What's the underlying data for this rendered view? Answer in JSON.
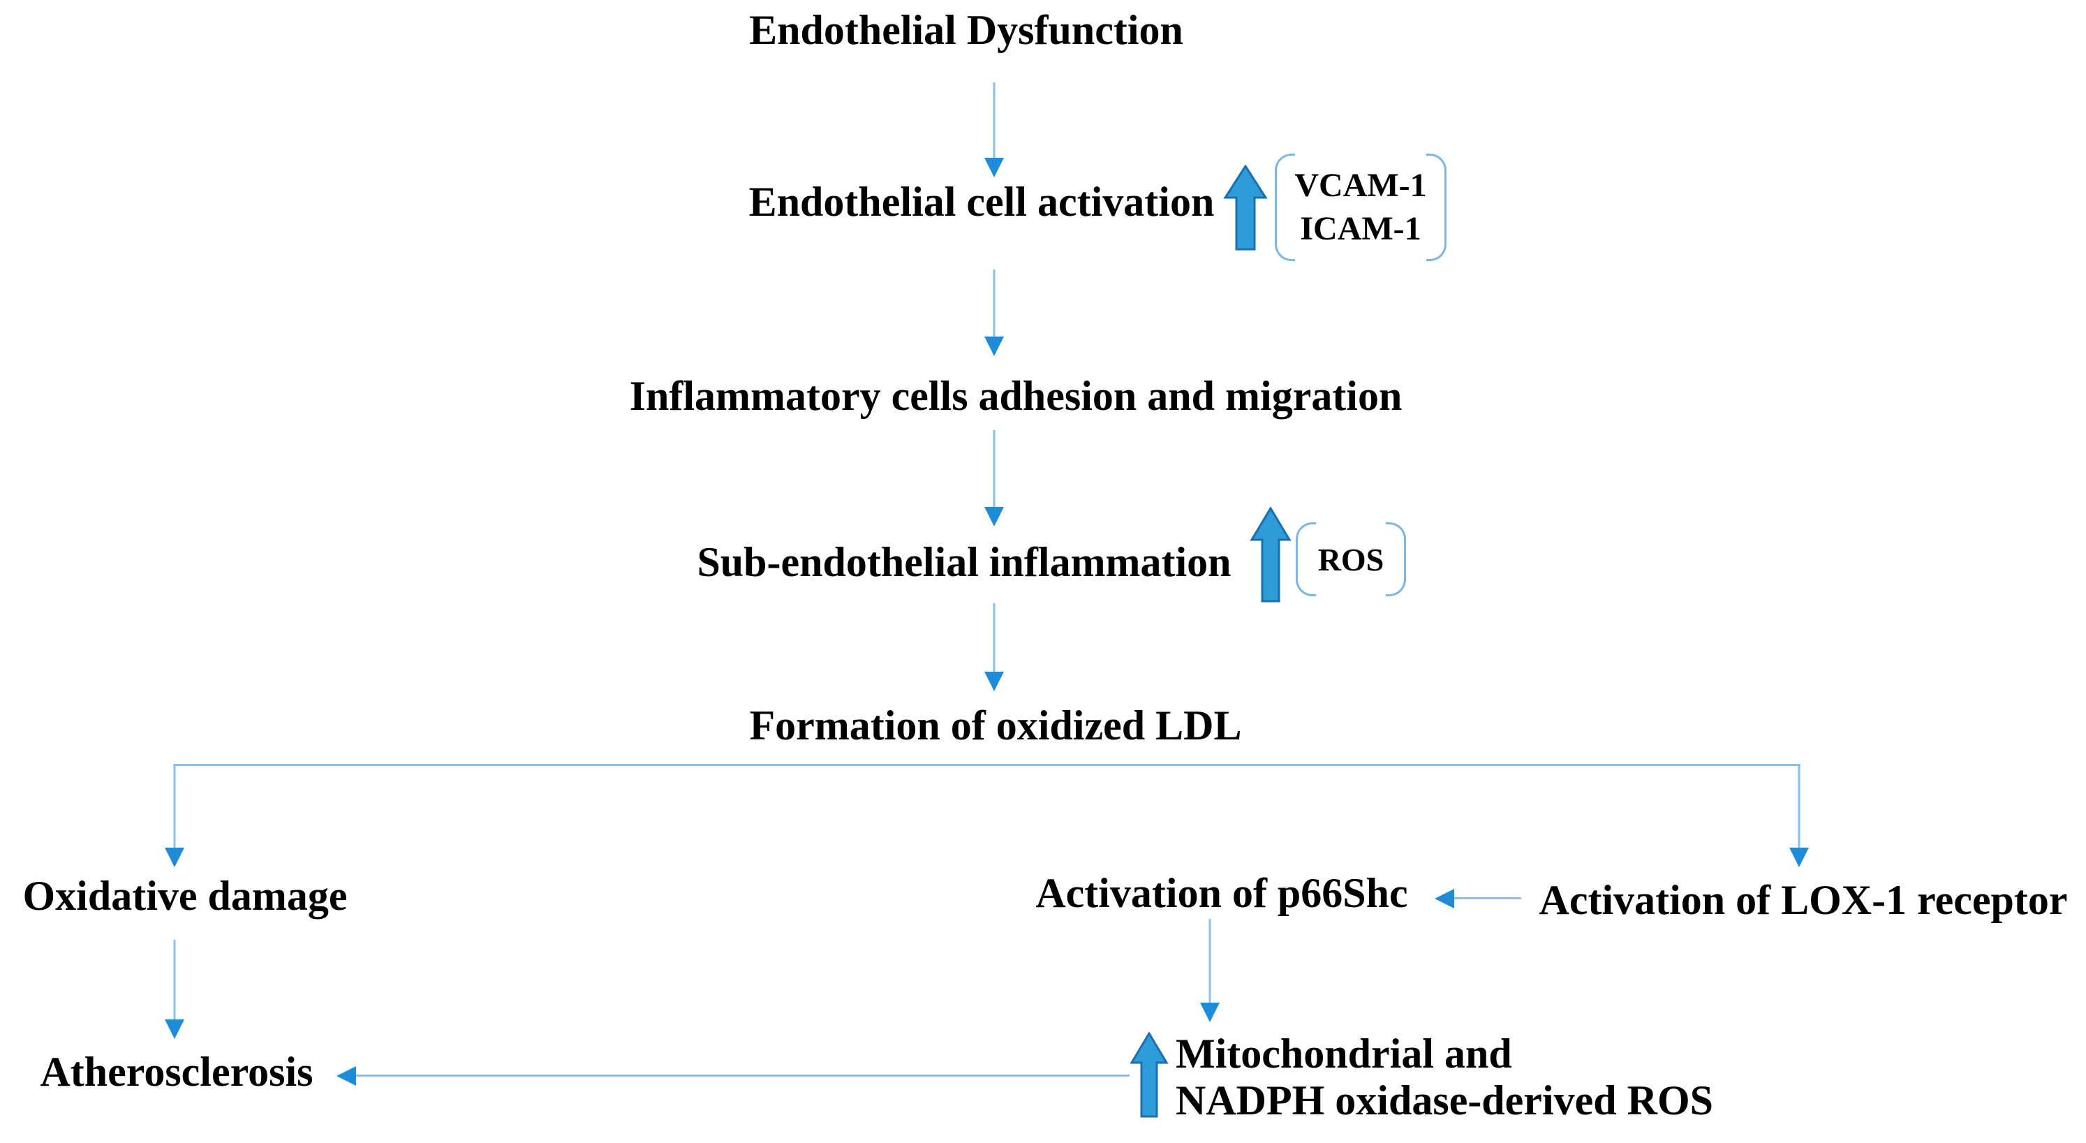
{
  "diagram": {
    "background": "#ffffff",
    "colors": {
      "flow_line": "#8BBFEA",
      "arrowhead": "#1E8BD8",
      "block_arrow_fill": "#2E9CD6",
      "block_arrow_stroke": "#1A6FB0",
      "bracket": "#7EB6E8",
      "text": "#000000"
    },
    "nodes": {
      "endothelial_dysfunction": "Endothelial Dysfunction",
      "endothelial_cell_activation": "Endothelial cell activation",
      "inflammatory_adhesion": "Inflammatory cells adhesion and migration",
      "subendothelial_inflammation": "Sub-endothelial inflammation",
      "oxidized_ldl": "Formation of oxidized LDL",
      "oxidative_damage": "Oxidative damage",
      "p66shc": "Activation of p66Shc",
      "lox1": "Activation of LOX-1 receptor",
      "atherosclerosis": "Atherosclerosis",
      "mitochondrial_ros_line1": "Mitochondrial and",
      "mitochondrial_ros_line2": "NADPH oxidase-derived ROS"
    },
    "markers": {
      "vcam": "VCAM-1",
      "icam": "ICAM-1",
      "ros": "ROS"
    },
    "edges": [
      {
        "from": "Endothelial Dysfunction",
        "to": "Endothelial cell activation"
      },
      {
        "from": "Endothelial cell activation",
        "to": "Inflammatory cells adhesion and migration"
      },
      {
        "from": "Inflammatory cells adhesion and migration",
        "to": "Sub-endothelial inflammation"
      },
      {
        "from": "Sub-endothelial inflammation",
        "to": "Formation of oxidized LDL"
      },
      {
        "from": "Formation of oxidized LDL",
        "to": "Oxidative damage"
      },
      {
        "from": "Formation of oxidized LDL",
        "to": "Activation of LOX-1 receptor"
      },
      {
        "from": "Activation of LOX-1 receptor",
        "to": "Activation of p66Shc"
      },
      {
        "from": "Activation of p66Shc",
        "to": "Mitochondrial and NADPH oxidase-derived ROS"
      },
      {
        "from": "Oxidative damage",
        "to": "Atherosclerosis"
      },
      {
        "from": "Mitochondrial and NADPH oxidase-derived ROS",
        "to": "Atherosclerosis"
      }
    ]
  }
}
